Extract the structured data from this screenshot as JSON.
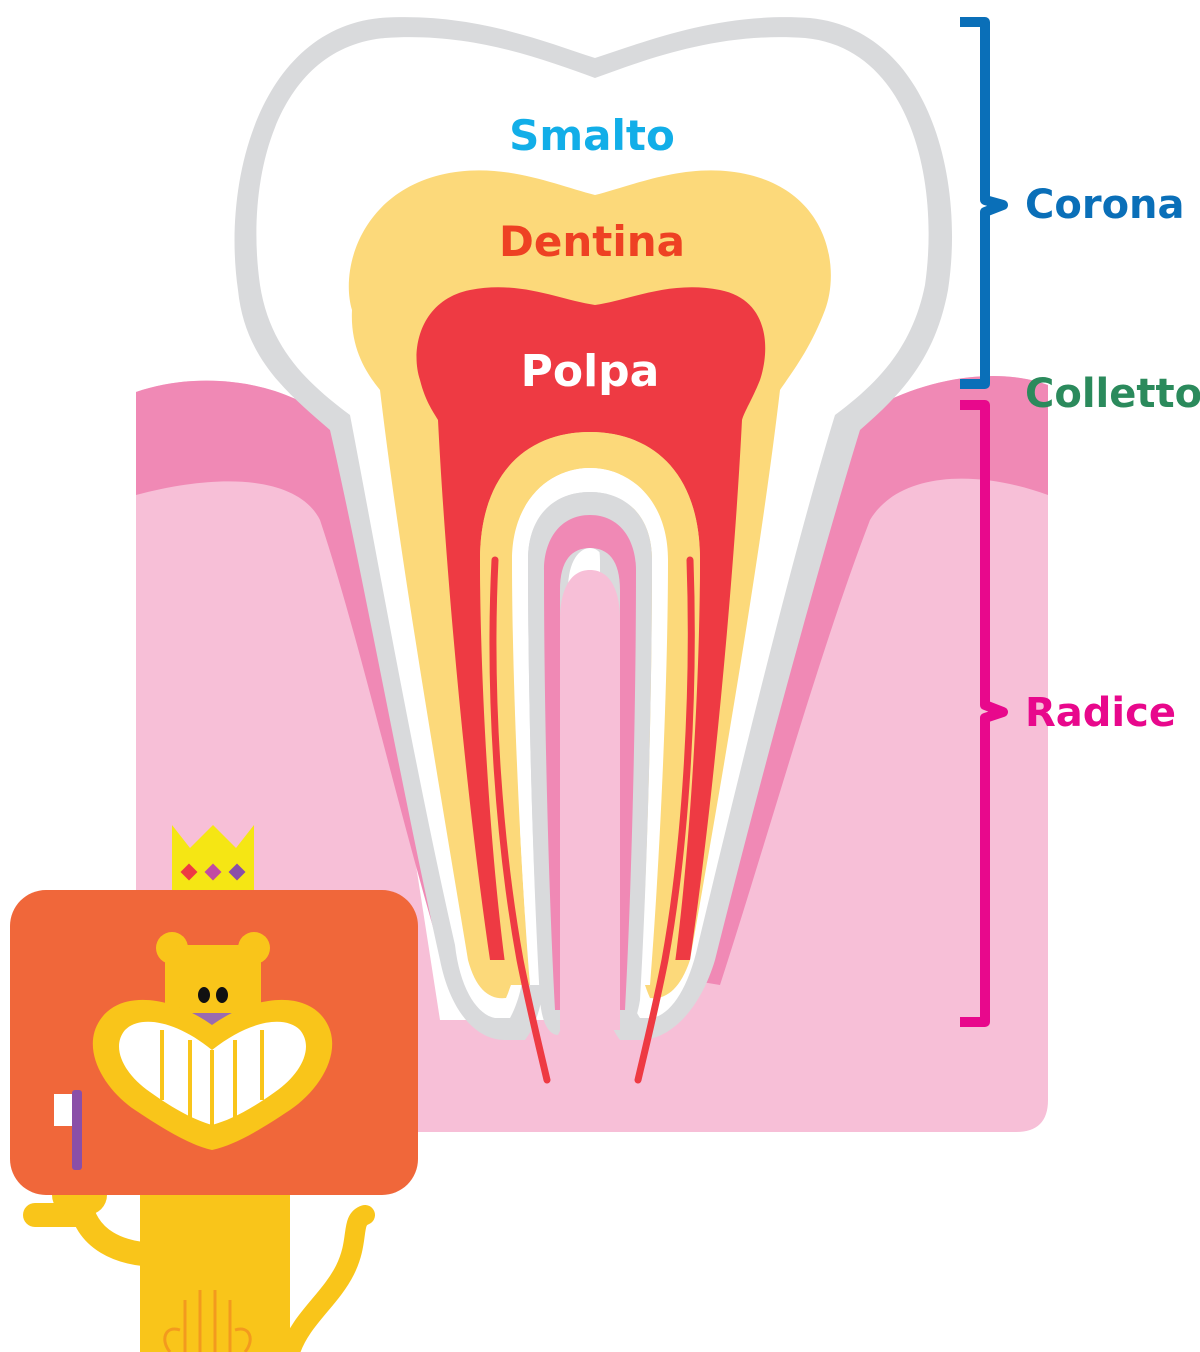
{
  "labels": {
    "enamel": "Smalto",
    "dentin": "Dentina",
    "pulp": "Polpa",
    "crown": "Corona",
    "neck": "Colletto",
    "root": "Radice"
  },
  "colors": {
    "enamel_label": "#12aee8",
    "dentin_label": "#ee4123",
    "pulp_label": "#ffffff",
    "crown": "#0a6fb8",
    "neck": "#2b8a5c",
    "root": "#e8088c",
    "gum_light": "#f7bfd7",
    "gum_dark": "#f089b5",
    "enamel_outline": "#d9dadc",
    "dentin": "#fcd97a",
    "pulp": "#ee3a43",
    "mascot_board": "#f0673a",
    "mascot_body": "#f9c51a",
    "crown_icon": "#f5e614"
  },
  "icons": [
    "lion-mascot-icon",
    "crown-icon",
    "toothbrush-icon"
  ]
}
